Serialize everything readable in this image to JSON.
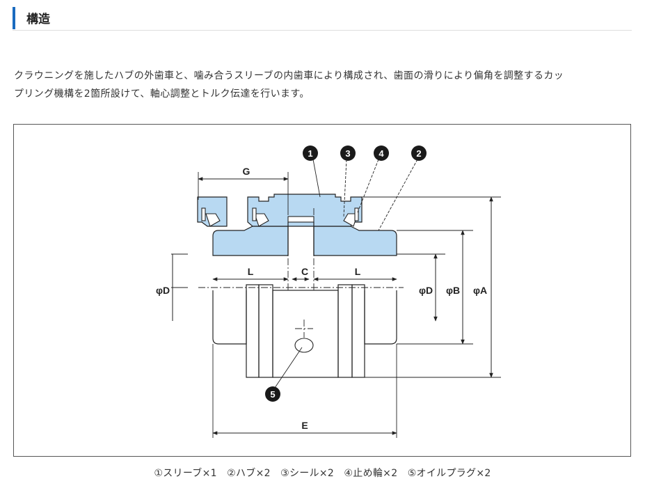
{
  "section": {
    "title": "構造"
  },
  "intro_lines": [
    "クラウニングを施したハブの外歯車と、噛み合うスリーブの内歯車により構成され、歯面の滑りにより偏角を調整するカッ",
    "プリング機構を2箇所設けて、軸心調整とトルク伝達を行います。"
  ],
  "diagram": {
    "dimension_labels": {
      "G": "G",
      "L_left": "L",
      "C": "C",
      "L_right": "L",
      "E": "E",
      "D_left": "φD",
      "D_right": "φD",
      "B": "φB",
      "A": "φA"
    },
    "callouts": {
      "c1": "1",
      "c2": "2",
      "c3": "3",
      "c4": "4",
      "c5": "5"
    },
    "colors": {
      "fill": "#b8d9f2",
      "line": "#222222"
    }
  },
  "caption": "①スリーブ×1　②ハブ×2　③シール×2　④止め輪×2　⑤オイルプラグ×2"
}
